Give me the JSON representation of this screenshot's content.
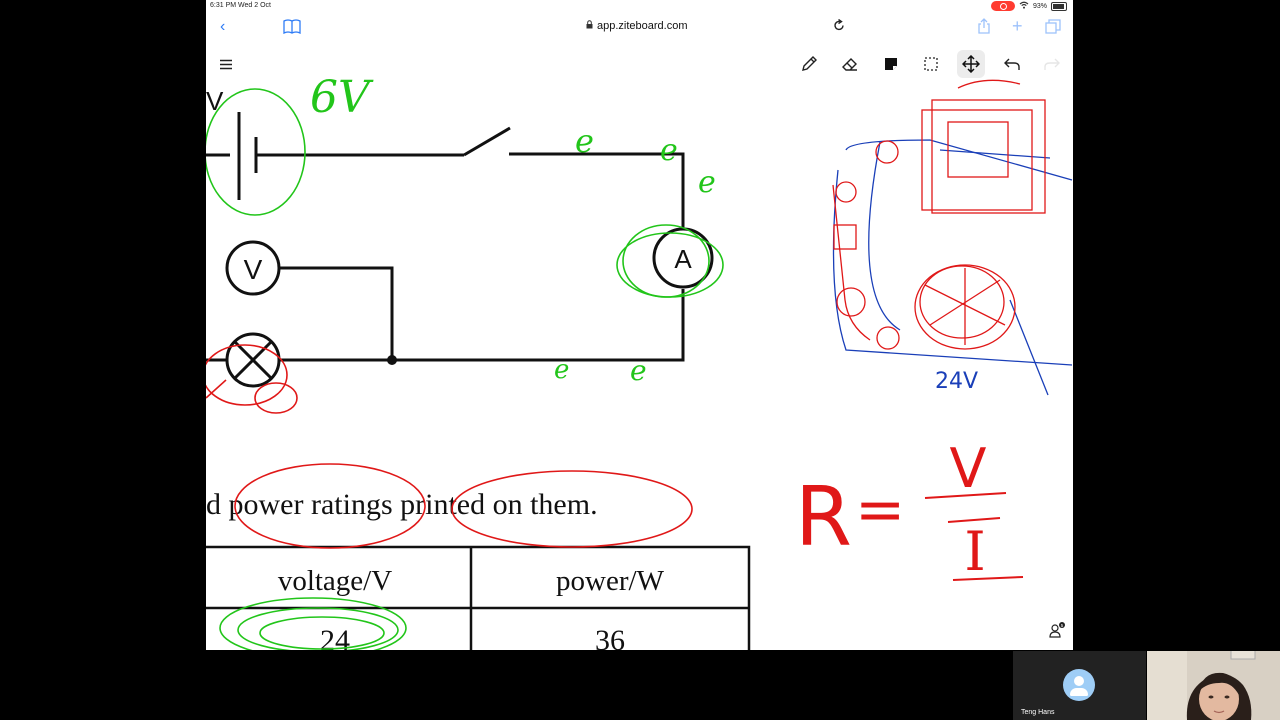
{
  "status_bar": {
    "time_date": "6:31 PM  Wed 2 Oct",
    "battery": "93%"
  },
  "browser": {
    "url": "app.ziteboard.com"
  },
  "toolbar": {
    "icons": [
      "pencil-icon",
      "eraser-icon",
      "sticky-note-icon",
      "select-icon",
      "move-icon",
      "undo-icon",
      "redo-icon"
    ]
  },
  "worksheet": {
    "voltmeter_label": "V",
    "ammeter_label": "A",
    "partial_v": "V",
    "sentence_text": "d power ratings printed on them.",
    "table": {
      "headers": [
        "voltage/V",
        "power/W"
      ],
      "rows": [
        [
          "24",
          "36"
        ]
      ]
    }
  },
  "annotations": {
    "battery_voltage": "6V",
    "electron_marks": [
      "e",
      "e",
      "e",
      "e",
      "e"
    ],
    "supply_voltage": "24V",
    "formula": {
      "lhs": "R",
      "equals": "=",
      "numerator": "V",
      "denominator": "I"
    }
  },
  "participants": {
    "count": "5"
  },
  "video_tiles": {
    "participant_name": "Teng Hans"
  },
  "colors": {
    "green_ink": "#22c51a",
    "red_ink": "#e01818",
    "blue_ink": "#1a3fb8",
    "ios_blue": "#2f7cf6"
  }
}
